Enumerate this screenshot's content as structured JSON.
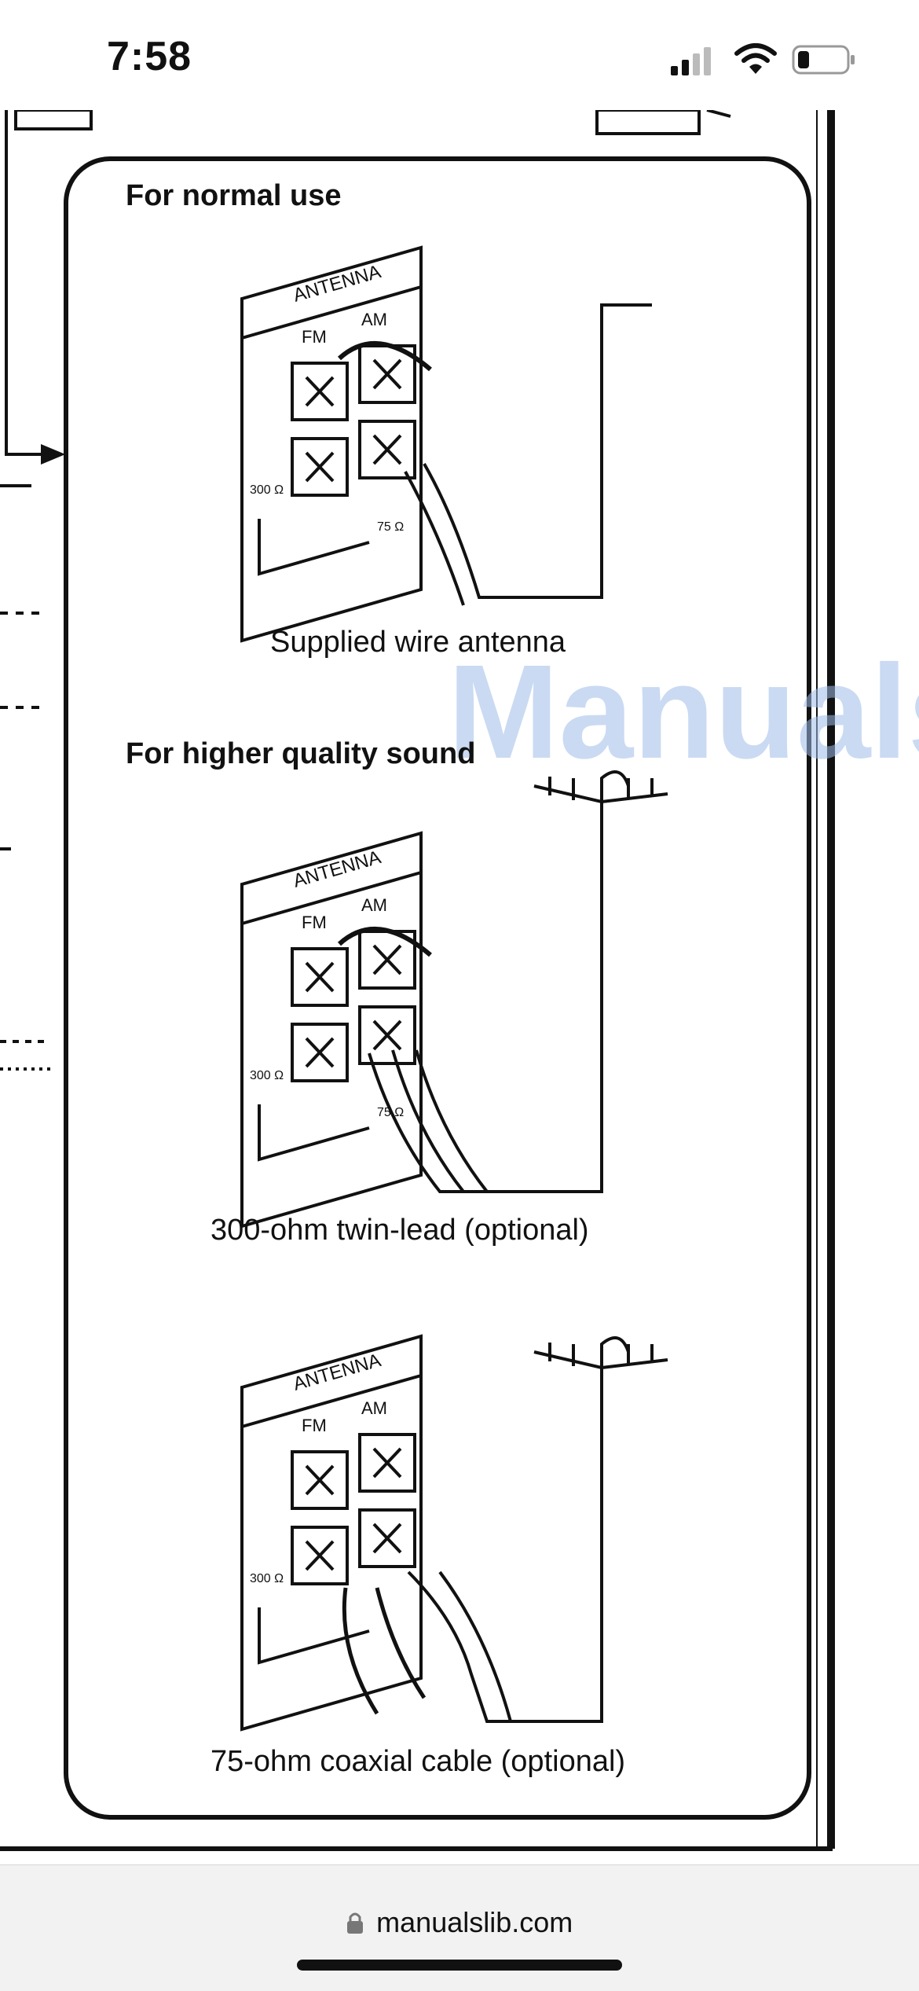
{
  "status_bar": {
    "time": "7:58"
  },
  "icons": {
    "signal": "cellular-signal-icon",
    "wifi": "wifi-icon",
    "battery": "battery-icon",
    "lock": "lock-icon"
  },
  "document": {
    "section_normal": {
      "heading": "For normal use",
      "caption": "Supplied wire antenna"
    },
    "section_quality": {
      "heading": "For higher quality sound",
      "twin_lead_caption": "300-ohm twin-lead (optional)",
      "coax_caption": "75-ohm coaxial cable (optional)"
    },
    "panel_labels": {
      "antenna": "ANTENNA",
      "fm": "FM",
      "am": "AM",
      "ohm300": "300 Ω",
      "ohm75": "75 Ω"
    },
    "watermark": "Manuals"
  },
  "browser": {
    "url": "manualslib.com"
  },
  "colors": {
    "watermark": "#9fbde8",
    "ink": "#111111",
    "browser_bar": "#f2f2f2"
  }
}
